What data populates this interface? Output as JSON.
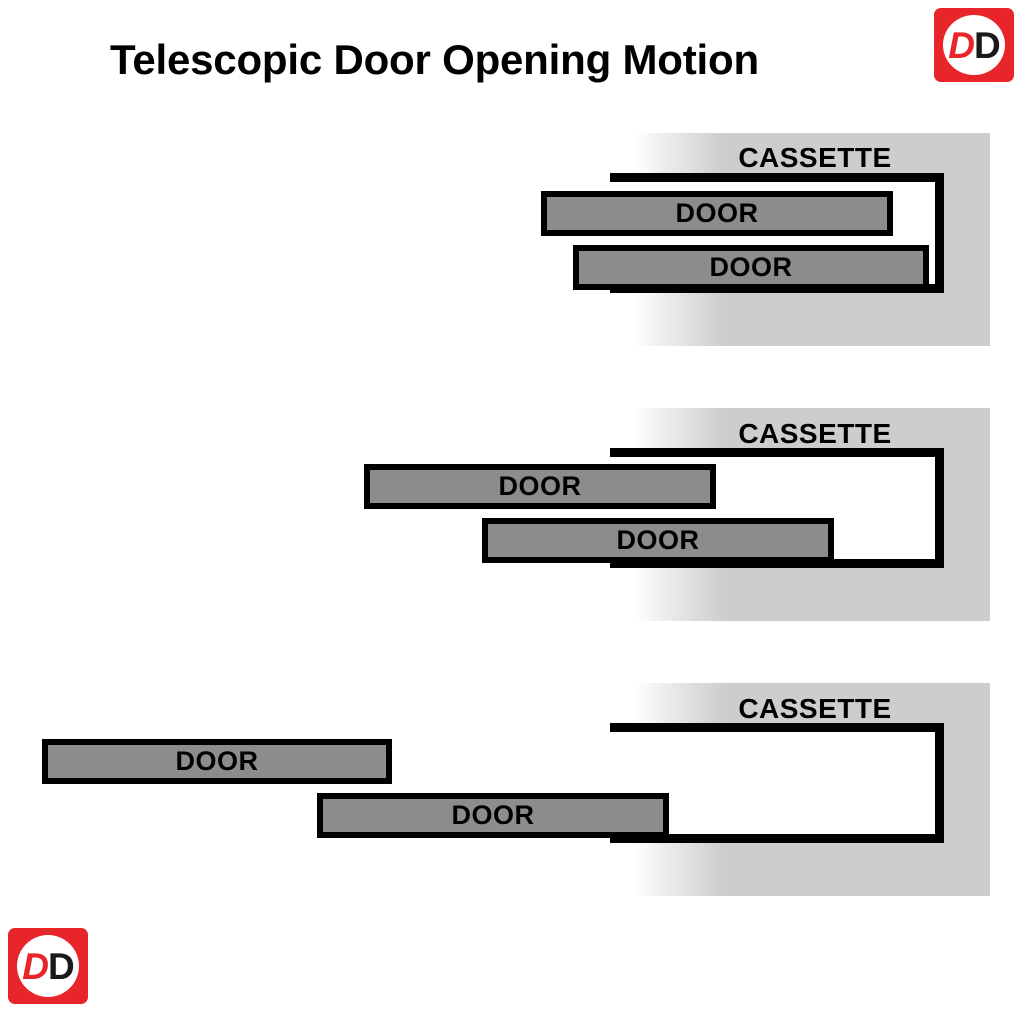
{
  "page": {
    "title": "Telescopic Door Opening Motion",
    "background_color": "#ffffff"
  },
  "logo": {
    "name": "DD",
    "first_letter": "D",
    "second_letter": "D",
    "brand_color": "#e8252a",
    "dark_color": "#1a1a1a",
    "oval_color": "#ffffff"
  },
  "colors": {
    "door_fill": "#8c8c8c",
    "stroke": "#000000",
    "band_gray": "#cdcdcd",
    "cassette_fill": "#ffffff"
  },
  "panels": [
    {
      "id": "stage-1-closed",
      "cassette_label": "CASSETTE",
      "doors": [
        {
          "label": "DOOR",
          "index": 1
        },
        {
          "label": "DOOR",
          "index": 2
        }
      ]
    },
    {
      "id": "stage-2-partial",
      "cassette_label": "CASSETTE",
      "doors": [
        {
          "label": "DOOR",
          "index": 1
        },
        {
          "label": "DOOR",
          "index": 2
        }
      ]
    },
    {
      "id": "stage-3-open",
      "cassette_label": "CASSETTE",
      "doors": [
        {
          "label": "DOOR",
          "index": 1
        },
        {
          "label": "DOOR",
          "index": 2
        }
      ]
    }
  ]
}
